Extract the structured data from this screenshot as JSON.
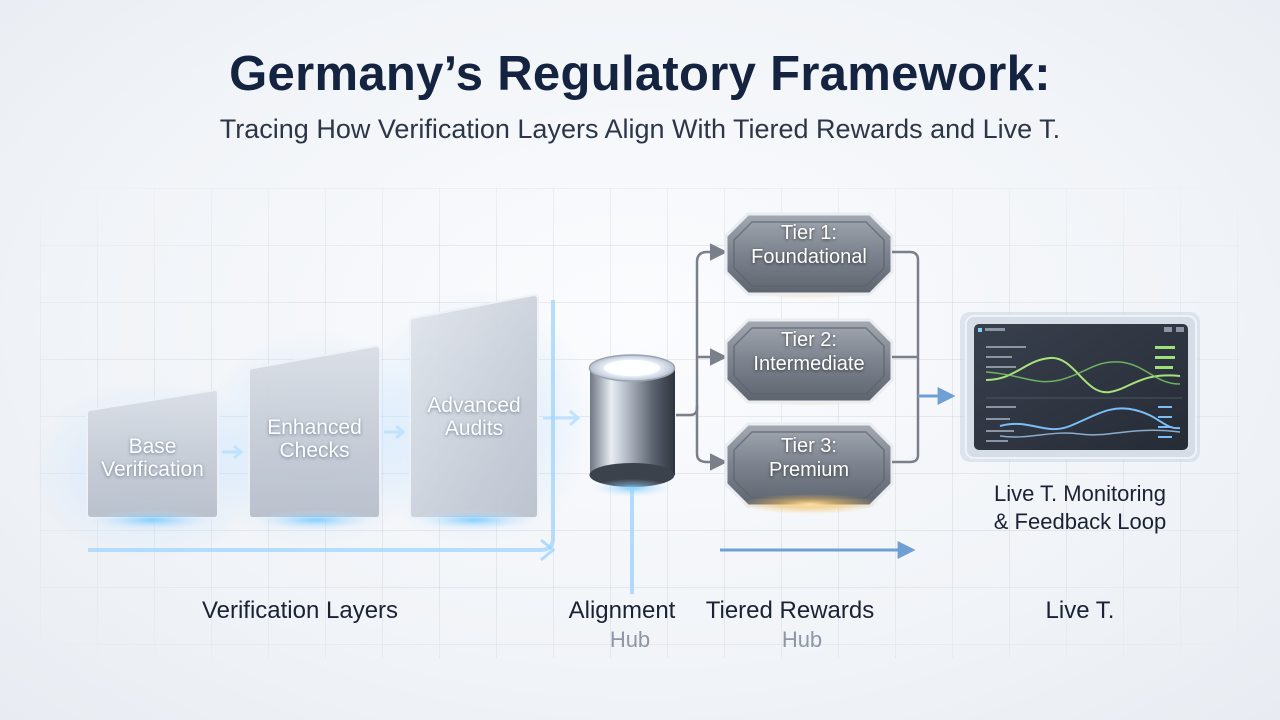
{
  "title": "Germany’s Regulatory Framework:",
  "subtitle": "Tracing How Verification Layers Align With Tiered Rewards and Live T.",
  "layers": [
    {
      "line1": "Base",
      "line2": "Verification"
    },
    {
      "line1": "Enhanced",
      "line2": "Checks"
    },
    {
      "line1": "Advanced",
      "line2": "Audits"
    }
  ],
  "tiers": [
    {
      "line1": "Tier 1:",
      "line2": "Foundational"
    },
    {
      "line1": "Tier 2:",
      "line2": "Intermediate"
    },
    {
      "line1": "Tier 3:",
      "line2": "Premium"
    }
  ],
  "monitor_caption": {
    "line1": "Live T. Monitoring",
    "line2": "& Feedback Loop"
  },
  "sections": {
    "verification": "Verification Layers",
    "alignment": "Alignment",
    "alignment_sub": "Hub",
    "tiered": "Tiered Rewards",
    "tiered_sub": "Hub",
    "live": "Live T."
  },
  "colors": {
    "accent_blue": "#8fd0ff",
    "gold_glow": "#f6c062",
    "title": "#14233f",
    "arrow": "#6f9fd3"
  },
  "icons": [
    "database-cylinder-icon",
    "dashboard-screen-icon"
  ]
}
